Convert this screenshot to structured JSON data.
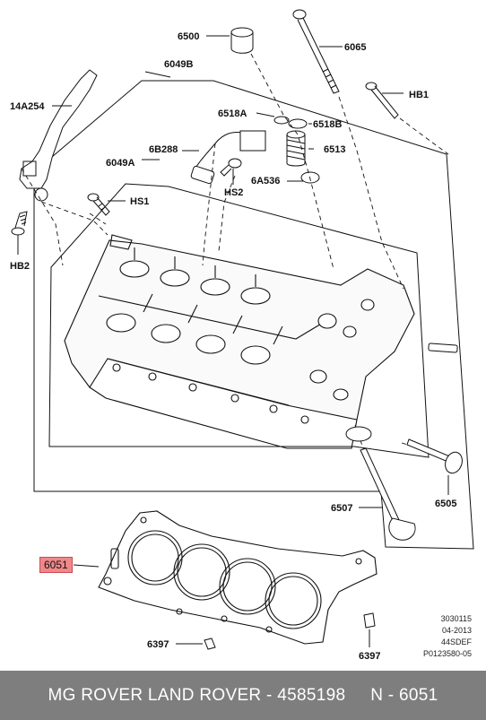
{
  "diagram": {
    "callouts": {
      "c6500": "6500",
      "c6065": "6065",
      "c6049b": "6049B",
      "chb1": "HB1",
      "c14a254": "14A254",
      "c6518a": "6518A",
      "c6518b": "6518B",
      "c6b288": "6B288",
      "c6513": "6513",
      "c6049a": "6049A",
      "c6a536": "6A536",
      "chs2": "HS2",
      "chs1": "HS1",
      "chb2": "HB2",
      "c6507": "6507",
      "c6505": "6505",
      "c6051": "6051",
      "c6397a": "6397",
      "c6397b": "6397"
    },
    "highlight_color": "#f0888a",
    "meta": {
      "line1": "3030115",
      "line2": "04-2013",
      "line3": "44SDEF",
      "line4": "P0123580-05"
    }
  },
  "footer": {
    "text": "MG ROVER LAND ROVER - 4585198     N - 6051"
  }
}
